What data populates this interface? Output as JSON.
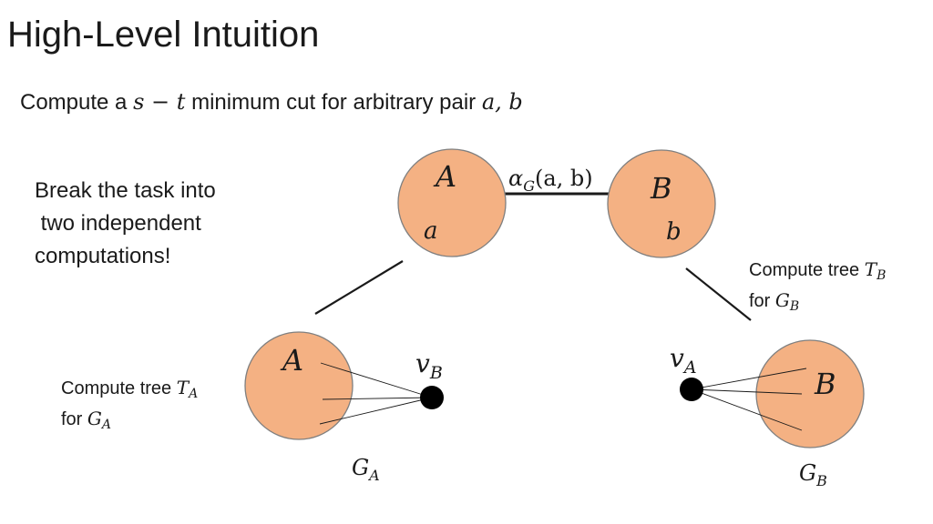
{
  "slide": {
    "title": "High-Level Intuition",
    "subtitle": {
      "pre": "Compute a ",
      "math1": "s",
      "op": " − ",
      "math2": "t",
      "mid": " minimum cut for arbitrary pair ",
      "math3": "a, b"
    },
    "break_lines": [
      "Break the task into",
      " two independent",
      "computations!"
    ],
    "note_b": {
      "line1_text": "Compute tree ",
      "line1_var": "T",
      "line1_sub": "B",
      "line2_text": "for ",
      "line2_var": "G",
      "line2_sub": "B"
    },
    "note_a": {
      "line1_text": "Compute tree ",
      "line1_var": "T",
      "line1_sub": "A",
      "line2_text": "for ",
      "line2_var": "G",
      "line2_sub": "A"
    }
  },
  "diagram": {
    "node_color": "#f4b183",
    "node_stroke": "#7f7f7f",
    "top_left_node": {
      "label": "A",
      "inner": "a"
    },
    "top_right_node": {
      "label": "B",
      "inner": "b"
    },
    "edge_label": {
      "alpha": "α",
      "sub": "G",
      "args": "(a, b)"
    },
    "left_graph": {
      "node_label": "A",
      "vertex_var": "v",
      "vertex_sub": "B",
      "graph_var": "G",
      "graph_sub": "A"
    },
    "right_graph": {
      "node_label": "B",
      "vertex_var": "v",
      "vertex_sub": "A",
      "graph_var": "G",
      "graph_sub": "B"
    }
  }
}
